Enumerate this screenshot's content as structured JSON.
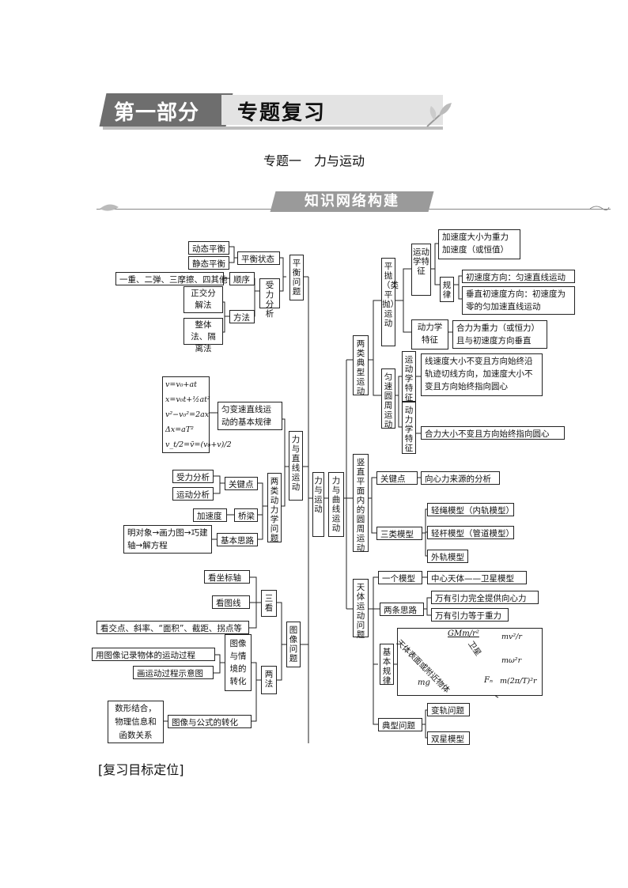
{
  "header": {
    "part": "第一部分",
    "title": "专题复习"
  },
  "subtitle": "专题一　力与运动",
  "section_title": "知识网络构建",
  "center": "力与运动",
  "left": {
    "balance": {
      "title": "平衡问题",
      "state": "平衡状态",
      "dynamic": "动态平衡",
      "static": "静态平衡",
      "force_analysis": "受力分析",
      "order": "顺序",
      "order_detail": "一重、二弹、三摩擦、四其他",
      "method": "方法",
      "orthogonal": "正交分解法",
      "whole": "整体法、隔离法"
    },
    "linear": {
      "title": "力与直线运动",
      "uniform_rule": "匀变速直线运动的基本规律",
      "formulas": [
        "v=v₀+at",
        "x=v₀t+½at²",
        "v²−v₀²=2ax",
        "Δx=aT²",
        "v_t/2=v̄=(v₀+v)/2"
      ],
      "two_types": "两类动力学问题",
      "key_point": "关键点",
      "force_analysis": "受力分析",
      "motion_analysis": "运动分析",
      "bridge": "桥梁",
      "acceleration": "加速度",
      "basic_idea": "基本思路",
      "steps": "明对象→画力图→巧建轴→解方程"
    },
    "image": {
      "title": "图像问题",
      "three_look": "三看",
      "look_axis": "看坐标轴",
      "look_line": "看图线",
      "look_points": "看交点、斜率、“面积”、截距、拐点等",
      "two_methods": "两法",
      "image_situation": "图像与情境的转化",
      "record": "用图像记录物体的运动过程",
      "sketch": "画运动过程示意图",
      "formula_convert": "图像与公式的转化",
      "combine": "数形结合，物理信息和函数关系"
    }
  },
  "right": {
    "curve": "力与曲线运动",
    "typical": {
      "title": "两类典型运动",
      "projectile": "平抛（类平抛）运动",
      "kinematic": "运动学特征",
      "acc_g": "加速度大小为重力加速度（或恒值）",
      "law": "规律",
      "law_1": "初速度方向：匀速直线运动",
      "law_2": "垂直初速度方向：初速度为零的匀加速直线运动",
      "dynamic": "动力学特征",
      "dyn_detail": "合力为重力（或恒力）且与初速度方向垂直",
      "circular": "匀速圆周运动",
      "circ_kin": "运动学特征",
      "circ_kin_detail": "线速度大小不变且方向始终沿轨迹切线方向，加速度大小不变且方向始终指向圆心",
      "circ_dyn": "动力学特征",
      "circ_dyn_detail": "合力大小不变且方向始终指向圆心"
    },
    "vertical": {
      "title": "竖直平面内的圆周运动",
      "key": "关键点",
      "key_detail": "向心力来源的分析",
      "models": "三类模型",
      "rope": "轻绳模型（内轨模型）",
      "rod": "轻杆模型（管道模型）",
      "outer": "外轨模型"
    },
    "celestial": {
      "title": "天体运动问题",
      "one_model": "一个模型",
      "model_detail": "中心天体——卫星模型",
      "two_ideas": "两条思路",
      "idea_1": "万有引力完全提供向心力",
      "idea_2": "万有引力等于重力",
      "basic_law": "基本规律",
      "gmm": "GMm/r²",
      "surface": "天体表面或附近物体",
      "satellite": "卫星",
      "mg": "mg",
      "fn": "Fₙ",
      "f1": "mv²/r",
      "f2": "mω²r",
      "f3": "m(2π/T)²r",
      "typical": "典型问题",
      "orbit_change": "变轨问题",
      "binary": "双星模型"
    }
  },
  "footer": "[复习目标定位]"
}
